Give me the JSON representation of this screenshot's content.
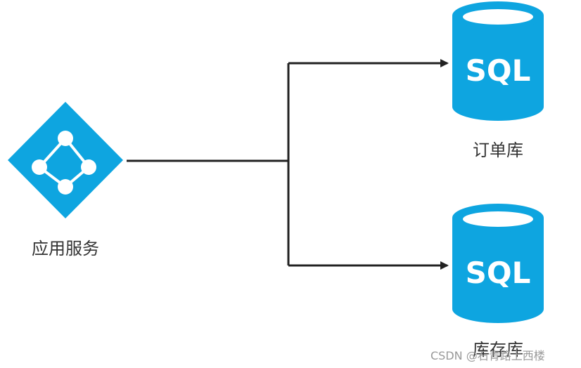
{
  "nodes": {
    "app_service": {
      "label": "应用服务",
      "icon": "network-nodes-icon",
      "color": "#0ea5e0"
    },
    "order_db": {
      "label": "订单库",
      "db_text": "SQL",
      "icon": "database-cylinder-icon",
      "color": "#0ea5e0"
    },
    "inventory_db": {
      "label": "库存库",
      "db_text": "SQL",
      "icon": "database-cylinder-icon",
      "color": "#0ea5e0"
    }
  },
  "edges": [
    {
      "from": "应用服务",
      "to": "订单库"
    },
    {
      "from": "应用服务",
      "to": "库存库"
    }
  ],
  "watermark": "CSDN @石青路上西楼",
  "colors": {
    "accent": "#0ea5e0",
    "line": "#222222",
    "text": "#333333"
  }
}
